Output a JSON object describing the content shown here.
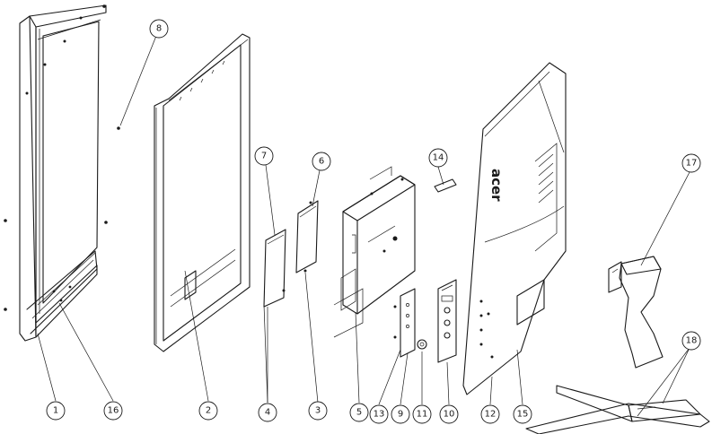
{
  "callouts": [
    "1",
    "2",
    "3",
    "4",
    "5",
    "6",
    "7",
    "8",
    "9",
    "10",
    "11",
    "12",
    "13",
    "14",
    "15",
    "16",
    "17",
    "18"
  ],
  "logo_text": "acer"
}
